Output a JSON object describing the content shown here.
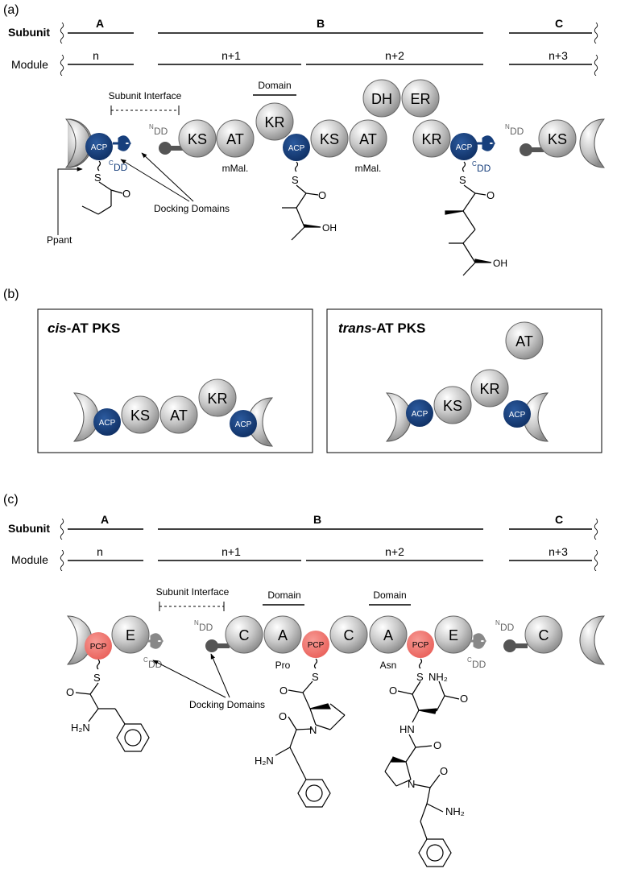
{
  "colors": {
    "acp": "#173f7c",
    "pcp": "#f0706a",
    "domain": "#b9b9b9",
    "line": "#000000",
    "grey_text": "#666666"
  },
  "panel_a": {
    "label": "(a)",
    "subunit_label": "Subunit",
    "module_label": "Module",
    "subunits": [
      "A",
      "B",
      "C"
    ],
    "modules": [
      "n",
      "n+1",
      "n+2",
      "n+3"
    ],
    "subunit_interface": "Subunit Interface",
    "domain_label": "Domain",
    "docking_domains": "Docking Domains",
    "ppant": "Ppant",
    "dd_sup_n": "N",
    "dd_sup_c": "C",
    "dd": "DD",
    "domains": {
      "ks": "KS",
      "at": "AT",
      "kr": "KR",
      "dh": "DH",
      "er": "ER",
      "acp": "ACP"
    },
    "substrate1": "mMal.",
    "substrate2": "mMal.",
    "s": "S",
    "o": "O",
    "oh1": "OH",
    "oh2": "OH"
  },
  "panel_b": {
    "label": "(b)",
    "cis_prefix": "cis",
    "cis_suffix": "-AT PKS",
    "trans_prefix": "trans",
    "trans_suffix": "-AT PKS",
    "domains": {
      "ks": "KS",
      "at": "AT",
      "kr": "KR",
      "acp": "ACP"
    }
  },
  "panel_c": {
    "label": "(c)",
    "subunit_label": "Subunit",
    "module_label": "Module",
    "subunits": [
      "A",
      "B",
      "C"
    ],
    "modules": [
      "n",
      "n+1",
      "n+2",
      "n+3"
    ],
    "subunit_interface": "Subunit Interface",
    "domain_label1": "Domain",
    "domain_label2": "Domain",
    "docking_domains": "Docking Domains",
    "dd_sup_n": "N",
    "dd_sup_c": "C",
    "dd": "DD",
    "domains": {
      "c": "C",
      "a": "A",
      "e": "E",
      "pcp": "PCP"
    },
    "substrate1": "Pro",
    "substrate2": "Asn",
    "s": "S",
    "o": "O",
    "n": "N",
    "hn": "HN",
    "h2n": "H₂N",
    "nh2": "NH₂"
  }
}
